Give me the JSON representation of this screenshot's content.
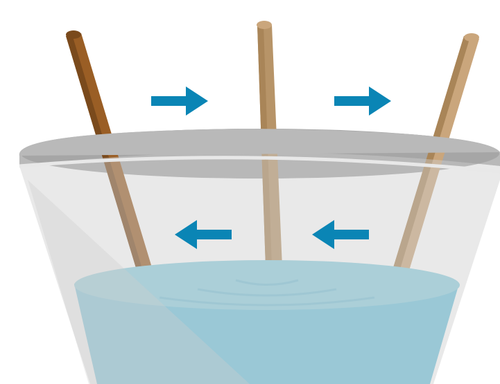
{
  "colors": {
    "background": "#ffffff",
    "bowl_back": "#b9b9b9",
    "bowl_front": "#cfcfcf",
    "bowl_rim": "#e8e8e8",
    "bowl_inner_dark": "#a6a6a6",
    "water_surface": "#8ecfe0",
    "water_body": "#6fc3dc",
    "water_ripple": "#79c2d8",
    "arrow": "#0a85b5",
    "stick_dark": "#9a5e25",
    "stick_dark_shade": "#7a4a1c",
    "stick_medium": "#b79468",
    "stick_light": "#caa67c",
    "stick_light_shade": "#a98558"
  },
  "objects": {
    "bowl": "glass-bowl",
    "water": "water",
    "sticks": [
      "dark-wood-stick",
      "middle-wood-stick",
      "light-wood-stick"
    ],
    "arrows": [
      {
        "name": "arrow-right-top-left",
        "direction": "right"
      },
      {
        "name": "arrow-right-top-right",
        "direction": "right"
      },
      {
        "name": "arrow-left-bottom-left",
        "direction": "left"
      },
      {
        "name": "arrow-left-bottom-right",
        "direction": "left"
      }
    ]
  }
}
